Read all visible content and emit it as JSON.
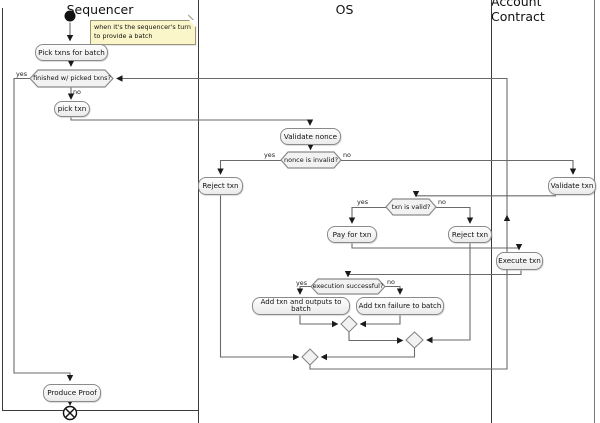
{
  "lanes": [
    {
      "label": "Sequencer"
    },
    {
      "label": "OS"
    },
    {
      "label": "Account Contract"
    }
  ],
  "note": {
    "text": "when it's the sequencer's turn\nto provide a batch"
  },
  "nodes": {
    "pick_txns_for_batch": {
      "label": "Pick txns for batch"
    },
    "pick_txn": {
      "label": "pick txn"
    },
    "validate_nonce": {
      "label": "Validate nonce"
    },
    "reject_txn_nonce": {
      "label": "Reject txn"
    },
    "validate_txn": {
      "label": "Validate txn"
    },
    "pay_for_txn": {
      "label": "Pay for txn"
    },
    "reject_txn_invalid": {
      "label": "Reject txn"
    },
    "execute_txn": {
      "label": "Execute txn"
    },
    "add_txn_outputs": {
      "label": "Add txn and outputs to batch"
    },
    "add_txn_failure": {
      "label": "Add txn failure to batch"
    },
    "produce_proof": {
      "label": "Produce Proof"
    }
  },
  "decisions": {
    "finished": {
      "label": "finished w/ picked txns?"
    },
    "nonce_invalid": {
      "label": "nonce is invalid?"
    },
    "txn_valid": {
      "label": "txn is valid?"
    },
    "execution_successful": {
      "label": "execution successful?"
    }
  },
  "branch_labels": {
    "yes": "yes",
    "no": "no"
  },
  "colors": {
    "note_bg": "#fbf6c9",
    "node_fill": "#f2f2f2",
    "node_border": "#8a8a8a",
    "edge": "#6a6a6a",
    "arrowhead": "#1a1a1a"
  }
}
